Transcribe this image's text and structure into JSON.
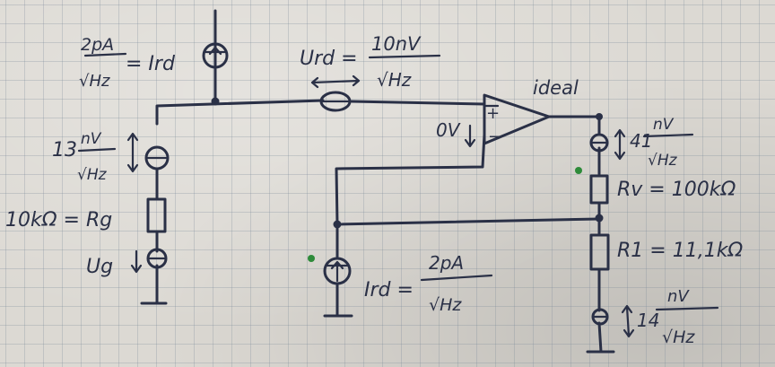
{
  "labels": {
    "top_current_num": "2pA",
    "top_current_den": "√Hz",
    "top_current_name": "= Ird",
    "urd_name": "Urd =",
    "urd_num": "10nV",
    "urd_den": "√Hz",
    "ideal": "ideal",
    "plus": "+",
    "minus": "−",
    "offset": "0V",
    "rg_noise_prefix": "13",
    "rg_noise_num": "nV",
    "rg_noise_den": "√Hz",
    "rg_label": "10kΩ = Rg",
    "ug_label": "Ug",
    "rv_noise_prefix": "41",
    "rv_noise_num": "nV",
    "rv_noise_den": "√Hz",
    "rv_label": "Rv = 100kΩ",
    "r1_label": "R1 = 11,1kΩ",
    "r1_noise_prefix": "14",
    "r1_noise_num": "nV",
    "r1_noise_den": "√Hz",
    "bottom_current_name": "Ird =",
    "bottom_current_num": "2pA",
    "bottom_current_den": "√Hz"
  },
  "colors": {
    "ink": "#2a3046",
    "paper": "#dcd9d3",
    "marker": "#2e8b3a"
  }
}
